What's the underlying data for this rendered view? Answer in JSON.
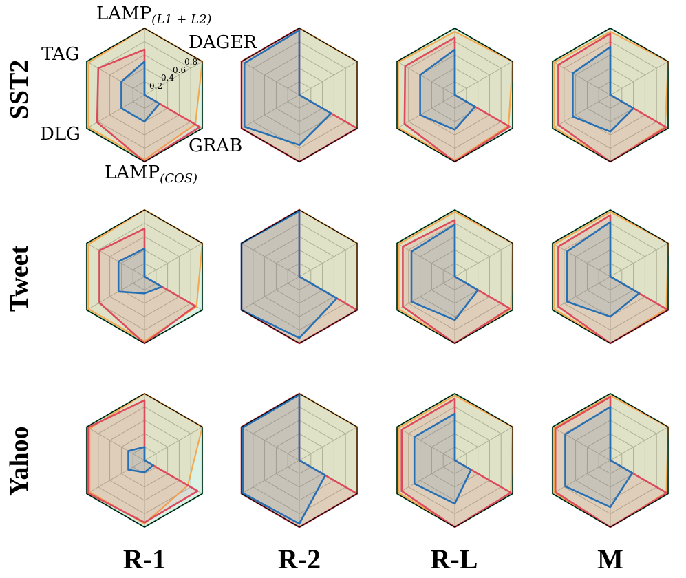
{
  "chart_data": {
    "type": "radar",
    "axes": [
      "LAMP(L1+L2)",
      "DAGER",
      "GRAB",
      "LAMP(COS)",
      "DLG",
      "TAG"
    ],
    "axis_labels": {
      "lamp_l1l2": "LAMP",
      "lamp_l1l2_sub": "(L1 + L2)",
      "dager": "DAGER",
      "grab": "GRAB",
      "lamp_cos": "LAMP",
      "lamp_cos_sub": "(COS)",
      "dlg": "DLG",
      "tag": "TAG"
    },
    "ticks": [
      "0.2",
      "0.4",
      "0.6",
      "0.8"
    ],
    "rlim": [
      0,
      1
    ],
    "rows": [
      "SST2",
      "Tweet",
      "Yahoo"
    ],
    "cols": [
      "R-1",
      "R-2",
      "R-L",
      "M"
    ],
    "colors": {
      "green": "#4cb782",
      "orange": "#f5a94f",
      "red": "#dc4b5c",
      "blue": "#2770b4",
      "grid": "#b0b0b0",
      "frame": "#000000"
    },
    "panels": [
      [
        {
          "green": [
            1,
            1,
            1,
            1,
            1,
            1
          ],
          "orange": [
            1,
            1,
            0.88,
            0.97,
            0.97,
            0.97
          ],
          "red": [
            0.68,
            0,
            0.96,
            1,
            0.82,
            0.8
          ],
          "blue": [
            0.5,
            0,
            0.26,
            0.4,
            0.4,
            0.4
          ]
        },
        {
          "green": [
            1,
            1,
            1,
            1,
            1,
            1
          ],
          "orange": [
            1,
            1,
            1,
            1,
            1,
            1
          ],
          "red": [
            1,
            0,
            1,
            1,
            1,
            1
          ],
          "blue": [
            0.97,
            0,
            0.55,
            0.75,
            0.95,
            0.95
          ]
        },
        {
          "green": [
            1,
            1,
            1,
            1,
            1,
            1
          ],
          "orange": [
            0.95,
            1,
            0.93,
            0.98,
            0.98,
            0.98
          ],
          "red": [
            0.86,
            0,
            0.95,
            1,
            0.87,
            0.86
          ],
          "blue": [
            0.68,
            0,
            0.35,
            0.52,
            0.6,
            0.6
          ]
        },
        {
          "green": [
            1,
            1,
            1,
            1,
            1,
            1
          ],
          "orange": [
            0.95,
            1,
            0.95,
            1,
            0.97,
            0.97
          ],
          "red": [
            0.92,
            0,
            0.97,
            1,
            0.9,
            0.9
          ],
          "blue": [
            0.72,
            0,
            0.4,
            0.55,
            0.65,
            0.65
          ]
        }
      ],
      [
        {
          "green": [
            1,
            1,
            1,
            1,
            1,
            1
          ],
          "orange": [
            1,
            1,
            0.9,
            0.97,
            0.97,
            0.97
          ],
          "red": [
            0.72,
            0,
            0.88,
            1,
            0.78,
            0.78
          ],
          "blue": [
            0.42,
            0,
            0.3,
            0.25,
            0.45,
            0.45
          ]
        },
        {
          "green": [
            1,
            1,
            1,
            1,
            1,
            1
          ],
          "orange": [
            1,
            1,
            1,
            1,
            1,
            1
          ],
          "red": [
            1,
            0,
            1,
            1,
            1,
            1
          ],
          "blue": [
            0.98,
            0,
            0.65,
            0.92,
            1,
            1
          ]
        },
        {
          "green": [
            1,
            1,
            1,
            1,
            1,
            1
          ],
          "orange": [
            0.97,
            1,
            0.97,
            1,
            0.97,
            0.97
          ],
          "red": [
            0.85,
            0,
            0.95,
            1,
            0.9,
            0.9
          ],
          "blue": [
            0.78,
            0,
            0.4,
            0.65,
            0.75,
            0.75
          ]
        },
        {
          "green": [
            1,
            1,
            1,
            1,
            1,
            1
          ],
          "orange": [
            0.97,
            1,
            0.97,
            1,
            0.97,
            0.97
          ],
          "red": [
            0.92,
            0,
            1,
            1,
            0.9,
            0.9
          ],
          "blue": [
            0.82,
            0,
            0.5,
            0.6,
            0.75,
            0.75
          ]
        }
      ],
      [
        {
          "green": [
            1,
            1,
            1,
            1,
            1,
            1
          ],
          "orange": [
            1,
            1,
            0.75,
            0.95,
            0.95,
            0.95
          ],
          "red": [
            0.9,
            0,
            0.92,
            0.93,
            0.98,
            0.98
          ],
          "blue": [
            0.2,
            0,
            0.15,
            0.18,
            0.28,
            0.28
          ]
        },
        {
          "green": [
            1,
            1,
            1,
            1,
            1,
            1
          ],
          "orange": [
            1,
            1,
            1,
            1,
            1,
            1
          ],
          "red": [
            1,
            0,
            1,
            1,
            1,
            1
          ],
          "blue": [
            0.98,
            0,
            0.45,
            0.95,
            0.98,
            0.98
          ]
        },
        {
          "green": [
            1,
            1,
            1,
            1,
            1,
            1
          ],
          "orange": [
            0.97,
            1,
            0.97,
            1,
            0.97,
            0.97
          ],
          "red": [
            0.92,
            0,
            0.97,
            1,
            0.92,
            0.92
          ],
          "blue": [
            0.7,
            0,
            0.28,
            0.65,
            0.7,
            0.7
          ]
        },
        {
          "green": [
            1,
            1,
            1,
            1,
            1,
            1
          ],
          "orange": [
            0.97,
            1,
            0.97,
            1,
            0.97,
            0.97
          ],
          "red": [
            0.95,
            0,
            0.98,
            1,
            0.95,
            0.95
          ],
          "blue": [
            0.8,
            0,
            0.38,
            0.7,
            0.78,
            0.78
          ]
        }
      ]
    ]
  }
}
